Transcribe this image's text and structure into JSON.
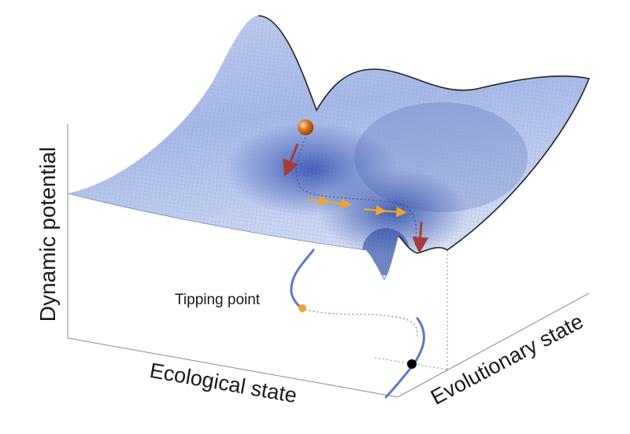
{
  "labels": {
    "y_axis": "Dynamic potential",
    "x_axis": "Ecological state",
    "z_axis": "Evolutionary state",
    "tipping_point": "Tipping point"
  },
  "colors": {
    "surface_light": "#dde6f5",
    "surface_mid": "#9fb3e3",
    "surface_dark": "#3e5db8",
    "mesh_line": "#7f95d2",
    "ridge": "#222222",
    "ball": "#d8711e",
    "down_arrow": "#a83a3a",
    "side_arrow": "#f0a42a",
    "curve": "#5a79c9",
    "tipping_dot": "#f0a42a",
    "state_dot": "#000000"
  }
}
